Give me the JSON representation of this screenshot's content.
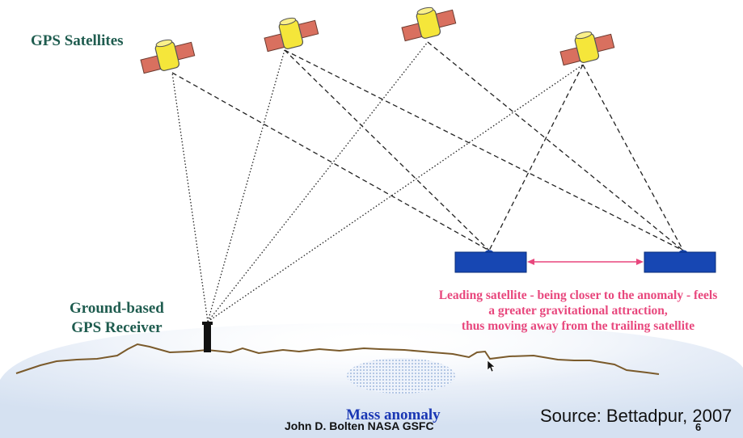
{
  "labels": {
    "gps_satellites": "GPS Satellites",
    "receiver_line1": "Ground-based",
    "receiver_line2": "GPS Receiver",
    "note_line1": "Leading satellite - being closer to the anomaly - feels",
    "note_line2": "a greater gravitational attraction,",
    "note_line3": "thus moving away from the trailing satellite",
    "mass_anomaly": "Mass anomaly",
    "author": "John D. Bolten NASA GSFC",
    "page": "6",
    "source": "Source: Bettadpur, 2007"
  },
  "colors": {
    "label_green": "#1f5c4f",
    "note_pink": "#e8477d",
    "mass_blue": "#1a37b4",
    "satellite_body": "#f5e63a",
    "solar_panel": "#d9705f",
    "grace_satellite": "#1747b3",
    "ground_line": "#7a5a2b",
    "earth_glow": "#dfe8f5"
  },
  "icons": {
    "gps_satellite": "gps-satellite-icon",
    "grace_satellite": "grace-satellite-icon",
    "receiver": "antenna-icon",
    "cursor": "mouse-cursor-icon"
  }
}
